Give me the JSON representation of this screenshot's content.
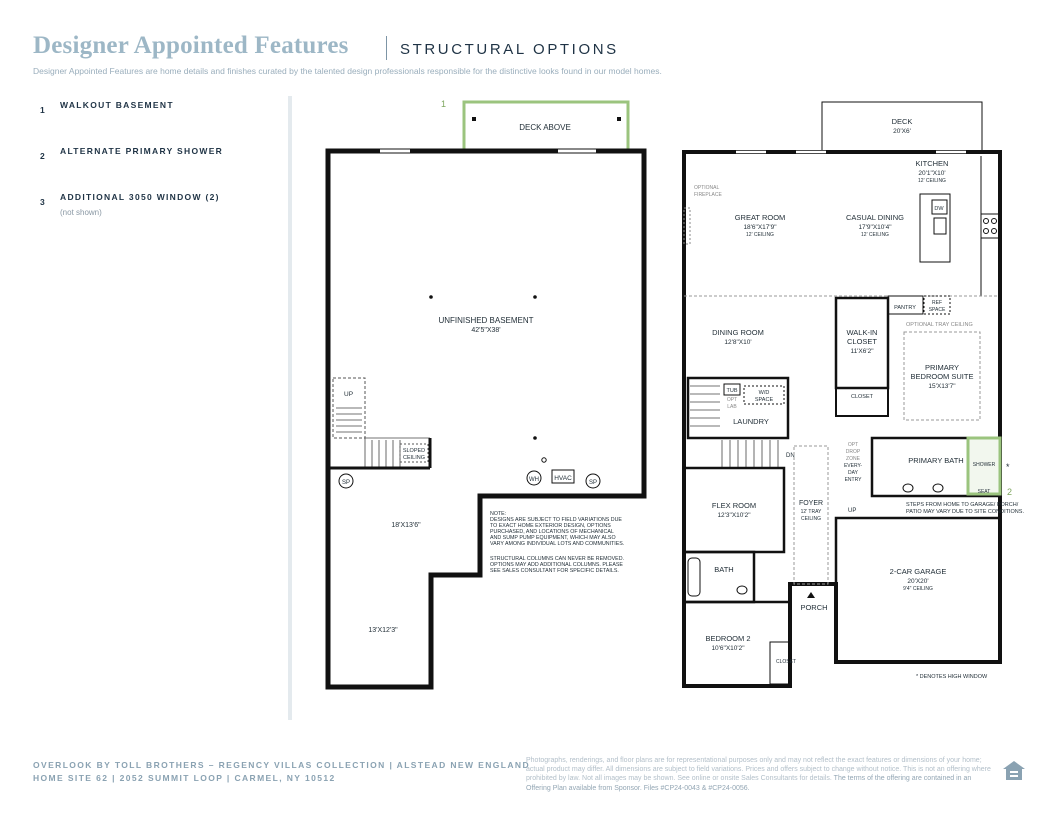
{
  "header": {
    "title": "Designer Appointed Features",
    "subtitle": "STRUCTURAL OPTIONS",
    "intro": "Designer Appointed Features are home details and finishes curated by the talented design professionals responsible for the distinctive looks found in our model homes."
  },
  "options": [
    {
      "number": "1",
      "label": "WALKOUT BASEMENT",
      "note": ""
    },
    {
      "number": "2",
      "label": "ALTERNATE PRIMARY SHOWER",
      "note": ""
    },
    {
      "number": "3",
      "label": "ADDITIONAL 3050 WINDOW (2)",
      "note": "(not shown)"
    }
  ],
  "basement": {
    "deck_above": "DECK ABOVE",
    "marker": "1",
    "room_name": "UNFINISHED BASEMENT",
    "room_dims": "42'5\"X38'",
    "up": "UP",
    "sloped_1": "SLOPED",
    "sloped_2": "CEILING",
    "sp": "SP",
    "wh": "WH",
    "hvac": "HVAC",
    "dim_a": "18'X13'6\"",
    "dim_b": "13'X12'3\"",
    "note_lines": [
      "NOTE:",
      "DESIGNS ARE SUBJECT TO FIELD VARIATIONS DUE",
      "TO EXACT HOME EXTERIOR DESIGN, OPTIONS",
      "PURCHASED, AND LOCATIONS OF MECHANICAL",
      "AND SUMP PUMP EQUIPMENT, WHICH MAY ALSO",
      "VARY AMONG INDIVIDUAL LOTS AND COMMUNITIES.",
      "",
      "STRUCTURAL COLUMNS CAN NEVER BE REMOVED.",
      "OPTIONS MAY ADD ADDITIONAL COLUMNS. PLEASE",
      "SEE SALES CONSULTANT FOR SPECIFIC DETAILS."
    ]
  },
  "first_floor": {
    "deck": "DECK",
    "deck_dims": "20'X6'",
    "kitchen": "KITCHEN",
    "kitchen_dims": "20'1\"X10'",
    "kitchen_ceiling": "12' CEILING",
    "optional_fireplace_1": "OPTIONAL",
    "optional_fireplace_2": "FIREPLACE",
    "great_room": "GREAT ROOM",
    "great_room_dims": "18'6\"X17'9\"",
    "great_room_ceiling": "12' CEILING",
    "casual_dining": "CASUAL DINING",
    "casual_dining_dims": "17'9\"X10'4\"",
    "casual_dining_ceiling": "12' CEILING",
    "dw": "DW",
    "pantry": "PANTRY",
    "ref_1": "REF",
    "ref_2": "SPACE",
    "dining_room": "DINING ROOM",
    "dining_room_dims": "12'8\"X10'",
    "walk_in_1": "WALK-IN",
    "walk_in_2": "CLOSET",
    "walk_in_dims": "11'X6'2\"",
    "tray": "OPTIONAL TRAY CEILING",
    "primary_suite_1": "PRIMARY",
    "primary_suite_2": "BEDROOM SUITE",
    "primary_suite_dims": "15'X13'7\"",
    "tub": "TUB",
    "opt_lab_1": "OPT",
    "opt_lab_2": "LAB",
    "wd_1": "W/D",
    "wd_2": "SPACE",
    "laundry": "LAUNDRY",
    "closet": "CLOSET",
    "drop_1": "OPT",
    "drop_2": "DROP",
    "drop_3": "ZONE",
    "drop_4": "EVERY-",
    "drop_5": "DAY",
    "drop_6": "ENTRY",
    "primary_bath": "PRIMARY BATH",
    "shower": "SHOWER",
    "seat": "SEAT",
    "star": "*",
    "marker": "2",
    "dn": "DN",
    "flex_room": "FLEX ROOM",
    "flex_room_dims": "12'3\"X10'2\"",
    "foyer": "FOYER",
    "foyer_ceiling_1": "12' TRAY",
    "foyer_ceiling_2": "CEILING",
    "up": "UP",
    "steps_note_1": "STEPS FROM HOME TO GARAGE/ PORCH/",
    "steps_note_2": "PATIO MAY VARY DUE TO SITE CONDITIONS.",
    "garage": "2-CAR GARAGE",
    "garage_dims": "20'X20'",
    "garage_ceiling": "9'4\" CEILING",
    "bath": "BATH",
    "porch": "PORCH",
    "bedroom2": "BEDROOM 2",
    "bedroom2_dims": "10'6\"X10'2\"",
    "closet2": "CLOSET",
    "high_window": "* DENOTES HIGH WINDOW"
  },
  "footer": {
    "line1": "OVERLOOK BY TOLL BROTHERS – REGENCY VILLAS COLLECTION  |  ALSTEAD NEW ENGLAND",
    "line2": "HOME SITE 62  |  2052 SUMMIT LOOP  |  CARMEL, NY 10512",
    "legal": "Photographs, renderings, and floor plans are for representational purposes only and may not reflect the exact features or dimensions of your home; actual product may differ. All dimensions are subject to field variations. Prices and offers subject to change without notice. This is not an offering where prohibited by law. Not all images may be shown. See online or onsite Sales Consultants for details.",
    "legal_bold": "The terms of the offering are contained in an Offering Plan available from Sponsor. Files #CP24-0043 & #CP24-0056."
  },
  "colors": {
    "accent_green": "#9bc47e",
    "title_blue": "#9db7c6",
    "navy": "#1f3345"
  }
}
